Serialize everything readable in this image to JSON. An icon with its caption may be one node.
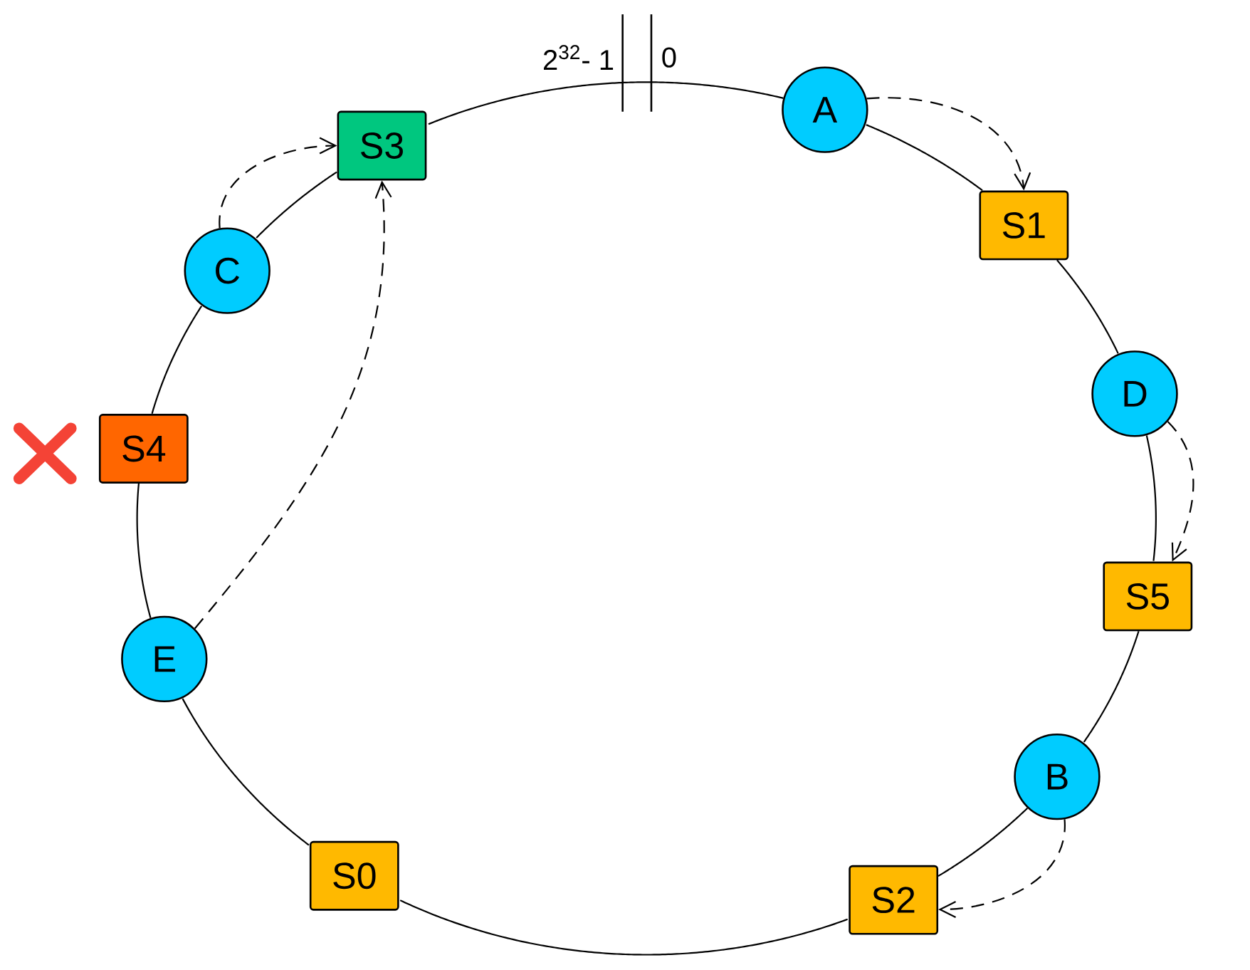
{
  "diagram": {
    "nodes": [
      {
        "text": [
          "S3"
        ]
      },
      {
        "text": [
          "A"
        ]
      },
      {
        "text": [
          "S1"
        ]
      },
      {
        "text": [
          "D"
        ]
      },
      {
        "text": [
          "S5"
        ]
      },
      {
        "text": [
          "B"
        ]
      },
      {
        "text": [
          "S2"
        ]
      },
      {
        "text": [
          "S0"
        ]
      },
      {
        "text": [
          "E"
        ]
      },
      {
        "text": [
          "S4"
        ]
      },
      {
        "text": [
          "C"
        ]
      }
    ],
    "edges": [
      {
        "from": 0,
        "to": 1,
        "arrow": "none"
      },
      {
        "from": 1,
        "to": 2,
        "arrow": "none"
      },
      {
        "from": 2,
        "to": 3,
        "arrow": "none"
      },
      {
        "from": 3,
        "to": 4,
        "arrow": "none"
      },
      {
        "from": 4,
        "to": 5,
        "arrow": "none"
      },
      {
        "from": 5,
        "to": 6,
        "arrow": "none"
      },
      {
        "from": 6,
        "to": 7,
        "arrow": "none"
      },
      {
        "from": 7,
        "to": 8,
        "arrow": "none"
      },
      {
        "from": 8,
        "to": 9,
        "arrow": "none"
      },
      {
        "from": 9,
        "to": 10,
        "arrow": "none"
      },
      {
        "from": 10,
        "to": 0,
        "arrow": "none"
      },
      {
        "from": 1,
        "to": 2,
        "arrow": "to",
        "style": "dashed"
      },
      {
        "from": 3,
        "to": 4,
        "arrow": "to",
        "style": "dashed"
      },
      {
        "from": 5,
        "to": 6,
        "arrow": "to",
        "style": "dashed"
      },
      {
        "from": 10,
        "to": 0,
        "arrow": "to",
        "style": "dashed"
      },
      {
        "from": 8,
        "to": 0,
        "arrow": "to",
        "style": "dashed"
      }
    ],
    "labels": [
      "2$^{32}$- 1",
      "0"
    ]
  }
}
